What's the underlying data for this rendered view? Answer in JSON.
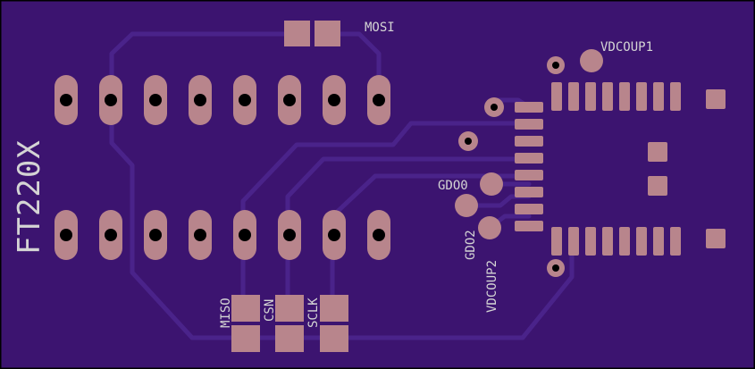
{
  "board": {
    "colors": {
      "substrate": "#3c1470",
      "trace": "#4a238a",
      "pad": "#b8858c",
      "drill": "#000000",
      "silkscreen": "#d4d4d4",
      "border": "#000000"
    },
    "board_name": "FT220X",
    "labels": {
      "mosi": "MOSI",
      "vdcoup1": "VDCOUP1",
      "gdo0": "GDO0",
      "gdo2": "GDO2",
      "vdcoup2": "VDCOUP2",
      "miso": "MISO",
      "csn": "CSN",
      "sclk": "SCLK"
    }
  }
}
